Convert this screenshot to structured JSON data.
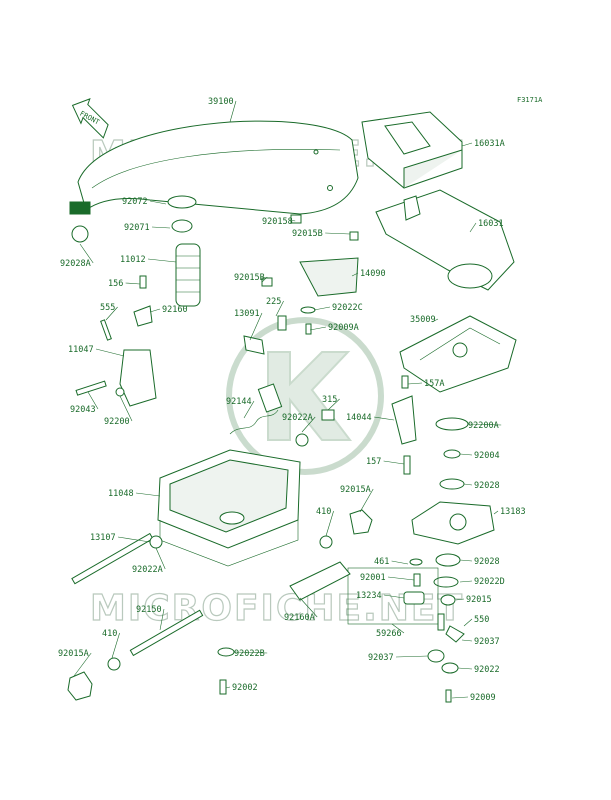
{
  "ref_code": "F3171A",
  "watermark": "MICROFICHE.NET",
  "front_arrow": "FRONT",
  "brand_mark": "Kawasaki",
  "part_labels": [
    "39100",
    "16031A",
    "16031",
    "92072",
    "92071",
    "920158",
    "92015B",
    "92028A",
    "11012",
    "156",
    "92015B",
    "14090",
    "225",
    "92022C",
    "555",
    "92160",
    "13091",
    "92009A",
    "35009",
    "11047",
    "157A",
    "92043",
    "92200",
    "92144",
    "315",
    "92022A",
    "14044",
    "92200A",
    "157",
    "92004",
    "92028",
    "11048",
    "92015A",
    "13183",
    "410",
    "13107",
    "92022A",
    "461",
    "92028",
    "92001",
    "92022D",
    "13234",
    "92015",
    "550",
    "92150",
    "92160A",
    "59266",
    "92037",
    "410",
    "92015A",
    "92022B",
    "92037",
    "92022",
    "92002",
    "92009"
  ]
}
